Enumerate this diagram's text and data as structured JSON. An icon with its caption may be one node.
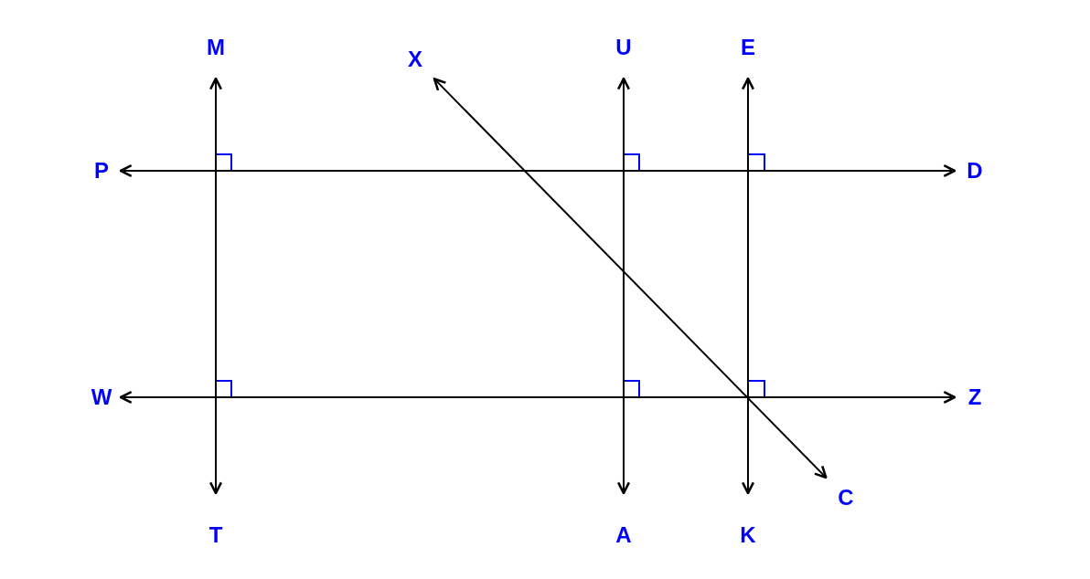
{
  "diagram": {
    "nodes": [
      {
        "text": [
          "M"
        ]
      },
      {
        "text": [
          "X"
        ]
      },
      {
        "text": [
          "U"
        ]
      },
      {
        "text": [
          "E"
        ]
      },
      {
        "text": [
          "P"
        ]
      },
      {
        "text": [
          "D"
        ]
      },
      {
        "text": [
          "W"
        ]
      },
      {
        "text": [
          "Z"
        ]
      },
      {
        "text": [
          "C"
        ]
      },
      {
        "text": [
          "T"
        ]
      },
      {
        "text": [
          "A"
        ]
      },
      {
        "text": [
          "K"
        ]
      }
    ],
    "edges": [
      {
        "from": 0,
        "to": 9,
        "arrow": "both"
      },
      {
        "from": 2,
        "to": 10,
        "arrow": "both"
      },
      {
        "from": 3,
        "to": 11,
        "arrow": "both"
      },
      {
        "from": 4,
        "to": 5,
        "arrow": "both"
      },
      {
        "from": 6,
        "to": 7,
        "arrow": "both"
      },
      {
        "from": 1,
        "to": 8,
        "arrow": "both"
      }
    ]
  }
}
